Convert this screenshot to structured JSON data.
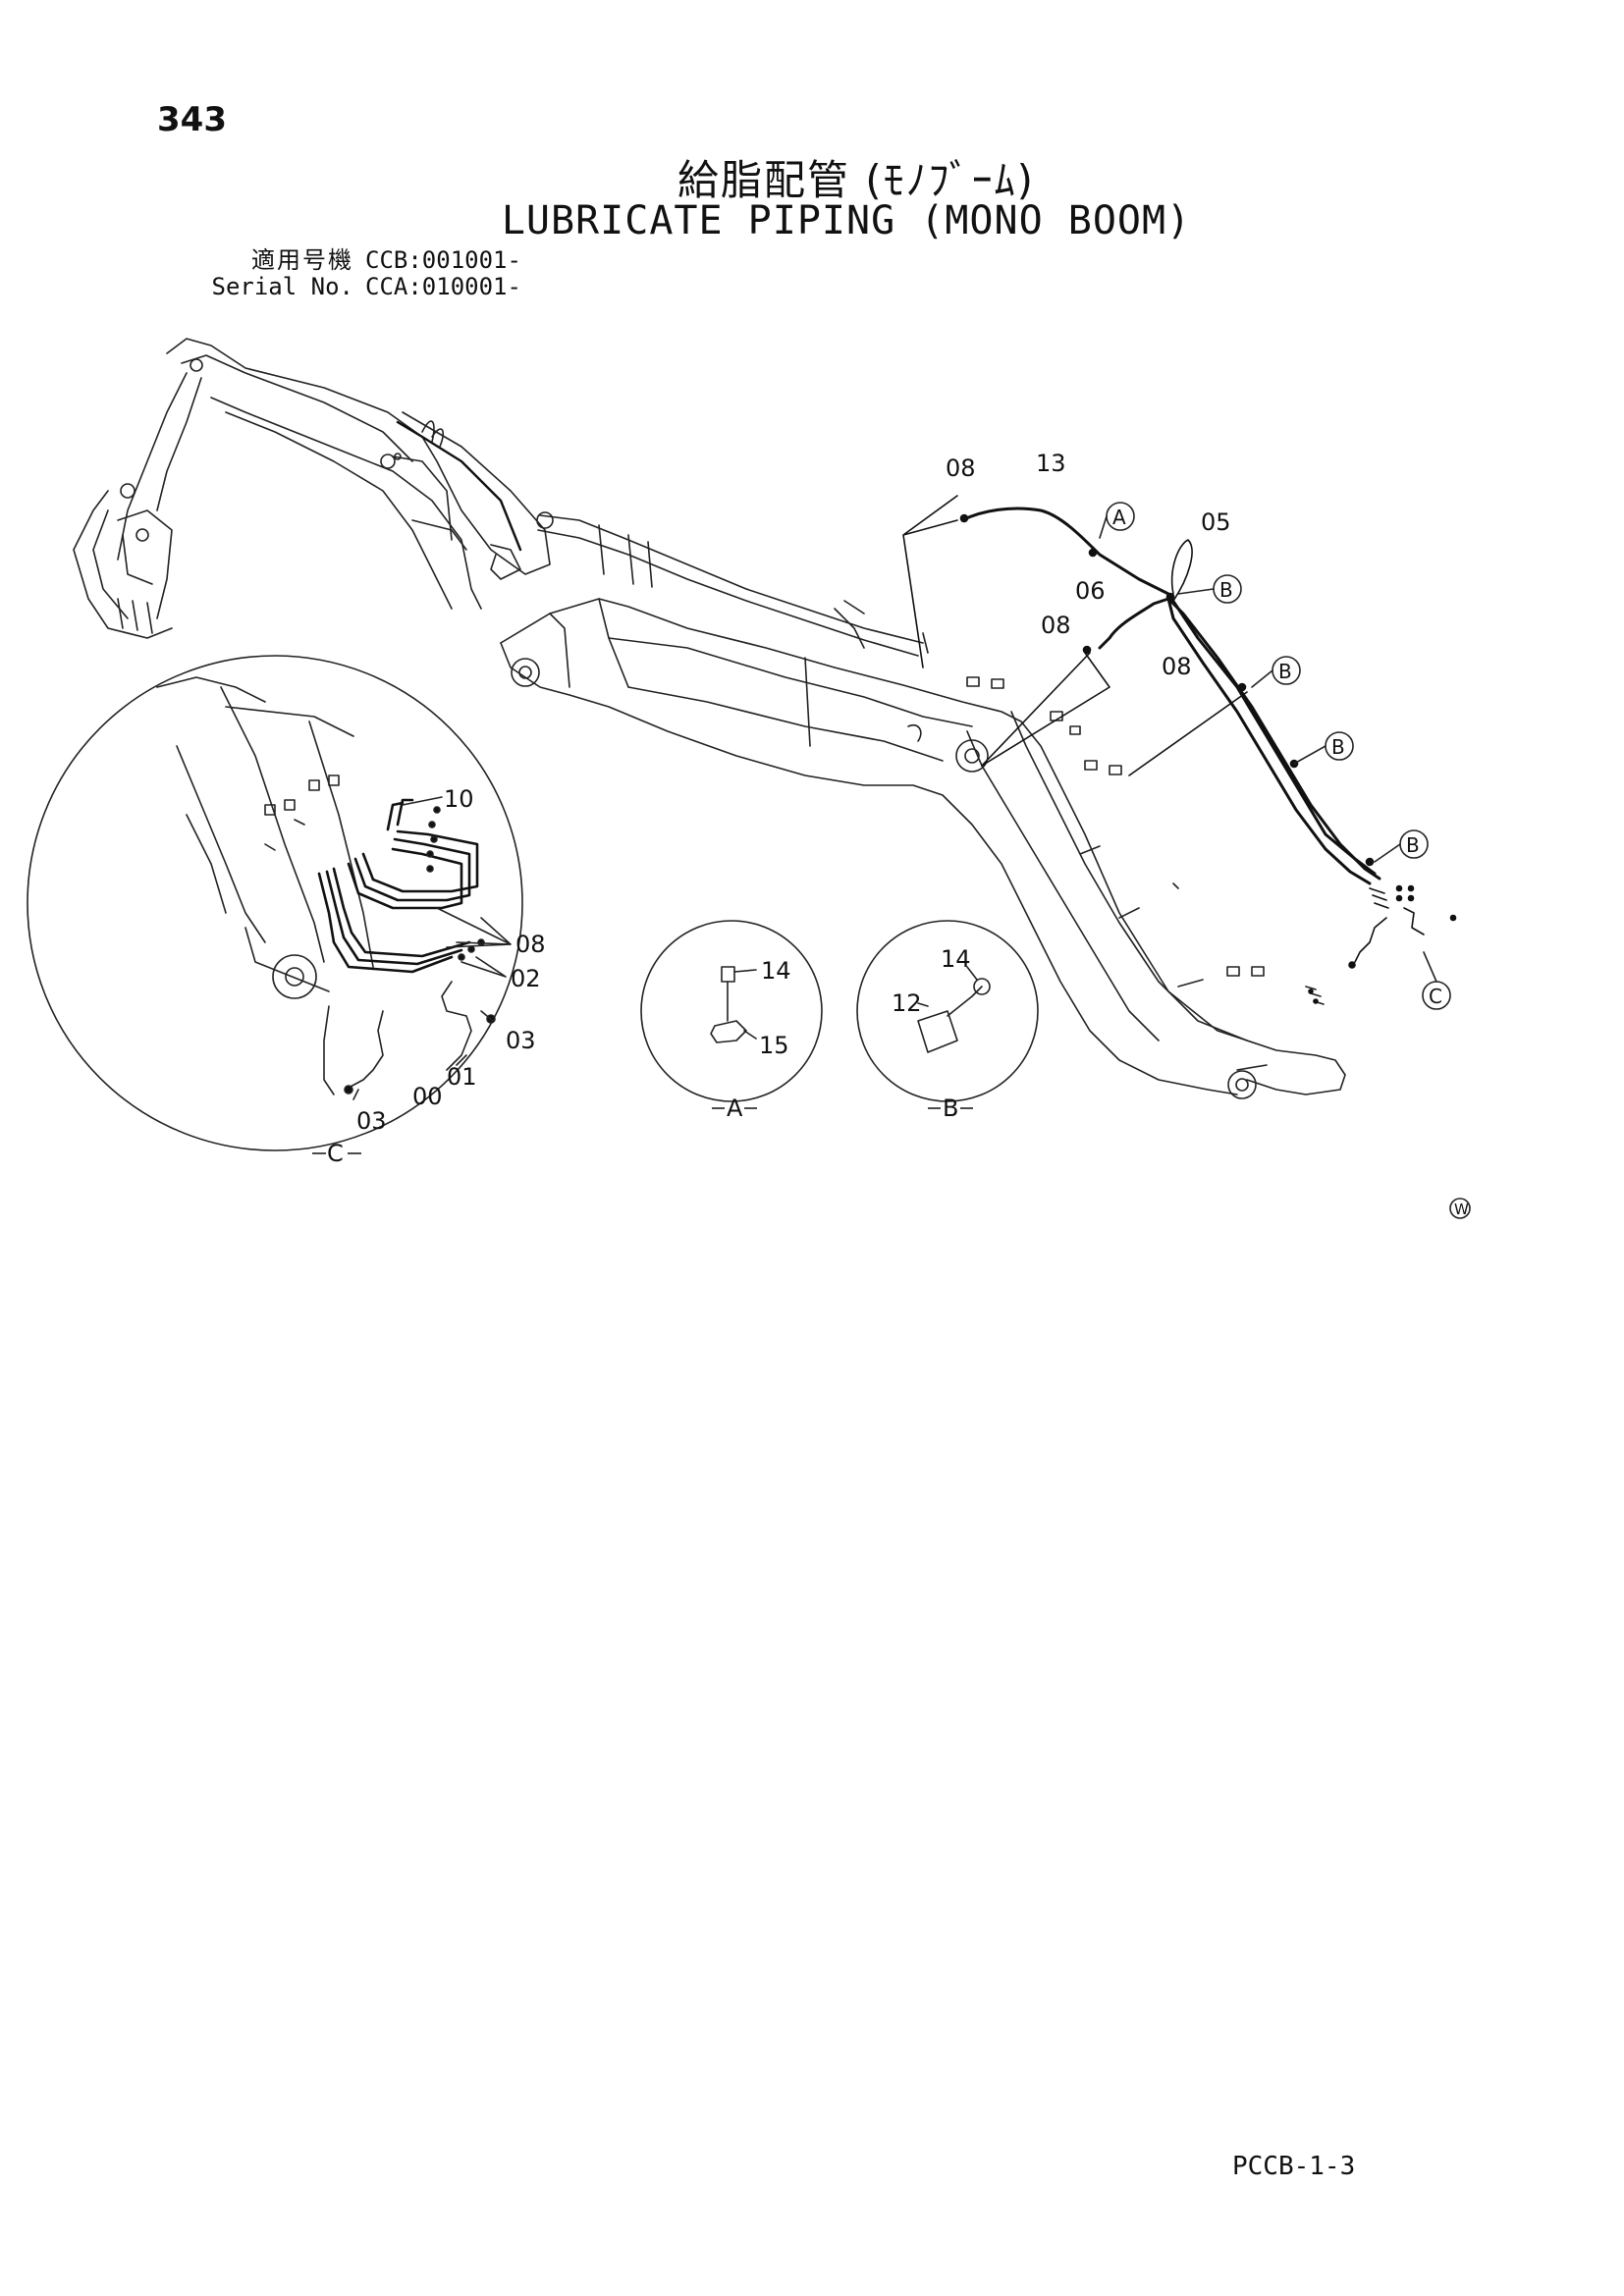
{
  "header": {
    "page_number": "343",
    "title_ja": "給脂配管 (ﾓﾉﾌﾞｰﾑ)",
    "title_en": "LUBRICATE PIPING (MONO BOOM)"
  },
  "serial": {
    "label_ja": "適用号機",
    "value_ja": "CCB:001001-",
    "label_en": "Serial No.",
    "value_en": "CCA:010001-"
  },
  "diagram": {
    "main_callouts": {
      "c08_top": "08",
      "c13": "13",
      "c05": "05",
      "c06": "06",
      "c08_mid": "08",
      "c08_right": "08"
    },
    "ref_markers": {
      "a": "A",
      "b1": "B",
      "b2": "B",
      "b3": "B",
      "b4": "B",
      "c": "C"
    },
    "detail_c": {
      "view_label": "C",
      "callouts": {
        "c10": "10",
        "c08": "08",
        "c02": "02",
        "c03_right": "03",
        "c01": "01",
        "c00": "00",
        "c03_bottom": "03"
      }
    },
    "detail_a": {
      "view_label": "A",
      "callouts": {
        "c14": "14",
        "c15": "15"
      }
    },
    "detail_b": {
      "view_label": "B",
      "callouts": {
        "c14": "14",
        "c12": "12"
      }
    },
    "corner_mark": "W"
  },
  "footer": {
    "page_code": "PCCB-1-3"
  }
}
